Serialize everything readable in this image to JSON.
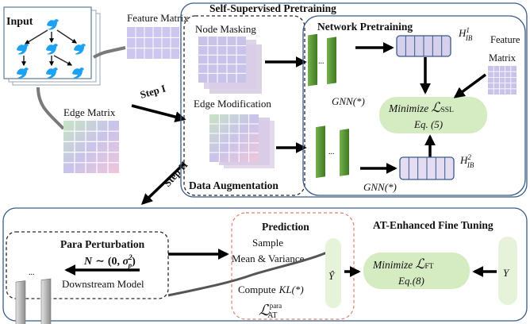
{
  "input": {
    "label": "Input"
  },
  "feature_matrix_top": {
    "label": "Feature Matrix"
  },
  "edge_matrix": {
    "label": "Edge Matrix"
  },
  "steps": {
    "step1": "Step I",
    "step2": "Step II"
  },
  "ssp": {
    "title": "Self-Supervised Pretraining",
    "node_masking": "Node Masking",
    "edge_modification": "Edge Modification",
    "data_augmentation": "Data Augmentation",
    "network_pretraining": "Network Pretraining",
    "gnn_top": "GNN(*)",
    "gnn_bottom": "GNN(*)",
    "h1": {
      "base": "H",
      "sup": "1",
      "sub": "IB"
    },
    "h2": {
      "base": "H",
      "sup": "2",
      "sub": "IB"
    },
    "feature_matrix_right": {
      "line1": "Feature",
      "line2": "Matrix"
    },
    "minimize_ssl": {
      "word": "Minimize",
      "symbol": "ℒ",
      "sub": "SSL",
      "eq": "Eq. (5)"
    }
  },
  "ft": {
    "title": "AT-Enhanced Fine Tuning",
    "para_perturbation": "Para Perturbation",
    "noise": {
      "lhs": "N",
      "rel": "∼",
      "mean": "0",
      "var_base": "σ",
      "var_sup": "2",
      "var_sub": "p"
    },
    "downstream_model": "Downstream Model",
    "prediction": "Prediction",
    "sample": "Sample",
    "mean_variance": "Mean & Variance",
    "compute_kl": {
      "word": "Compute",
      "kl": "KL(*)"
    },
    "l_at": {
      "symbol": "ℒ",
      "sup": "para",
      "sub": "AT"
    },
    "yhat": "Ŷ",
    "y": "Y",
    "minimize_ft": {
      "word": "Minimize",
      "symbol": "ℒ",
      "sub": "FT",
      "eq": "Eq.(8)"
    },
    "ellipsis": "..."
  },
  "colors": {
    "twitter_blue": "#1da1f2",
    "gnn_green": "#5f9a3a",
    "minimize_green": "#d5ecc2",
    "yhat_bg": "#e6f2da",
    "encoding_purple": "#d6d0ec",
    "arrow": "#000000"
  },
  "icons": [
    "twitter-bird-icon",
    "grid-matrix-icon"
  ]
}
